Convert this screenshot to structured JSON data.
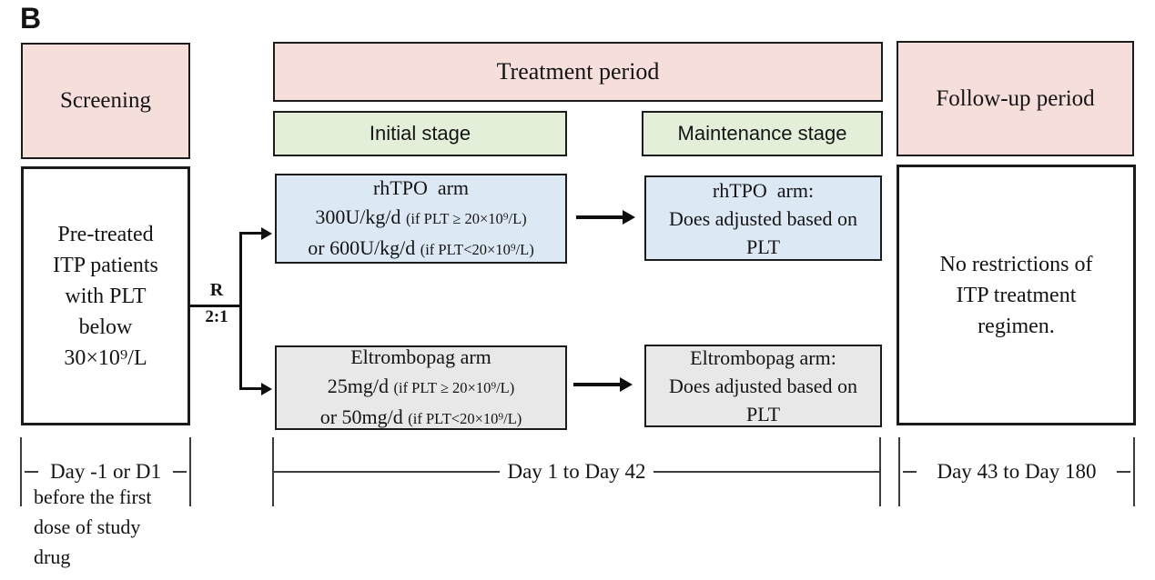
{
  "figure_label": "B",
  "colors": {
    "pink": "#f6dedb",
    "green": "#e4efda",
    "blue": "#dce9f5",
    "gray": "#e8e8e9"
  },
  "screening": {
    "header": "Screening",
    "body": "Pre-treated\nITP patients\nwith PLT\nbelow\n30×10⁹/L"
  },
  "treatment": {
    "header": "Treatment period",
    "stages": [
      {
        "label": "Initial stage"
      },
      {
        "label": "Maintenance stage"
      }
    ],
    "randomization": {
      "label": "R",
      "ratio": "2:1"
    },
    "arms": [
      {
        "title": "rhTPO  arm",
        "dose1": "300U/kg/d",
        "dose1_note": "(if PLT ≥ 20×10⁹/L)",
        "dose2": "or 600U/kg/d",
        "dose2_note": "(if PLT<20×10⁹/L)",
        "maintenance": "rhTPO  arm:\nDoes adjusted based on\nPLT"
      },
      {
        "title": "Eltrombopag arm",
        "dose1": "25mg/d",
        "dose1_note": "(if PLT ≥ 20×10⁹/L)",
        "dose2": "or 50mg/d",
        "dose2_note": "(if PLT<20×10⁹/L)",
        "maintenance": "Eltrombopag arm:\nDoes adjusted based on\nPLT"
      }
    ]
  },
  "followup": {
    "header": "Follow-up period",
    "body": "No restrictions of\nITP treatment\nregimen."
  },
  "timeline": [
    {
      "label": "Day -1 or D1",
      "note": "before the first\ndose of study\ndrug"
    },
    {
      "label": "Day 1 to Day 42"
    },
    {
      "label": "Day 43 to Day 180"
    }
  ]
}
